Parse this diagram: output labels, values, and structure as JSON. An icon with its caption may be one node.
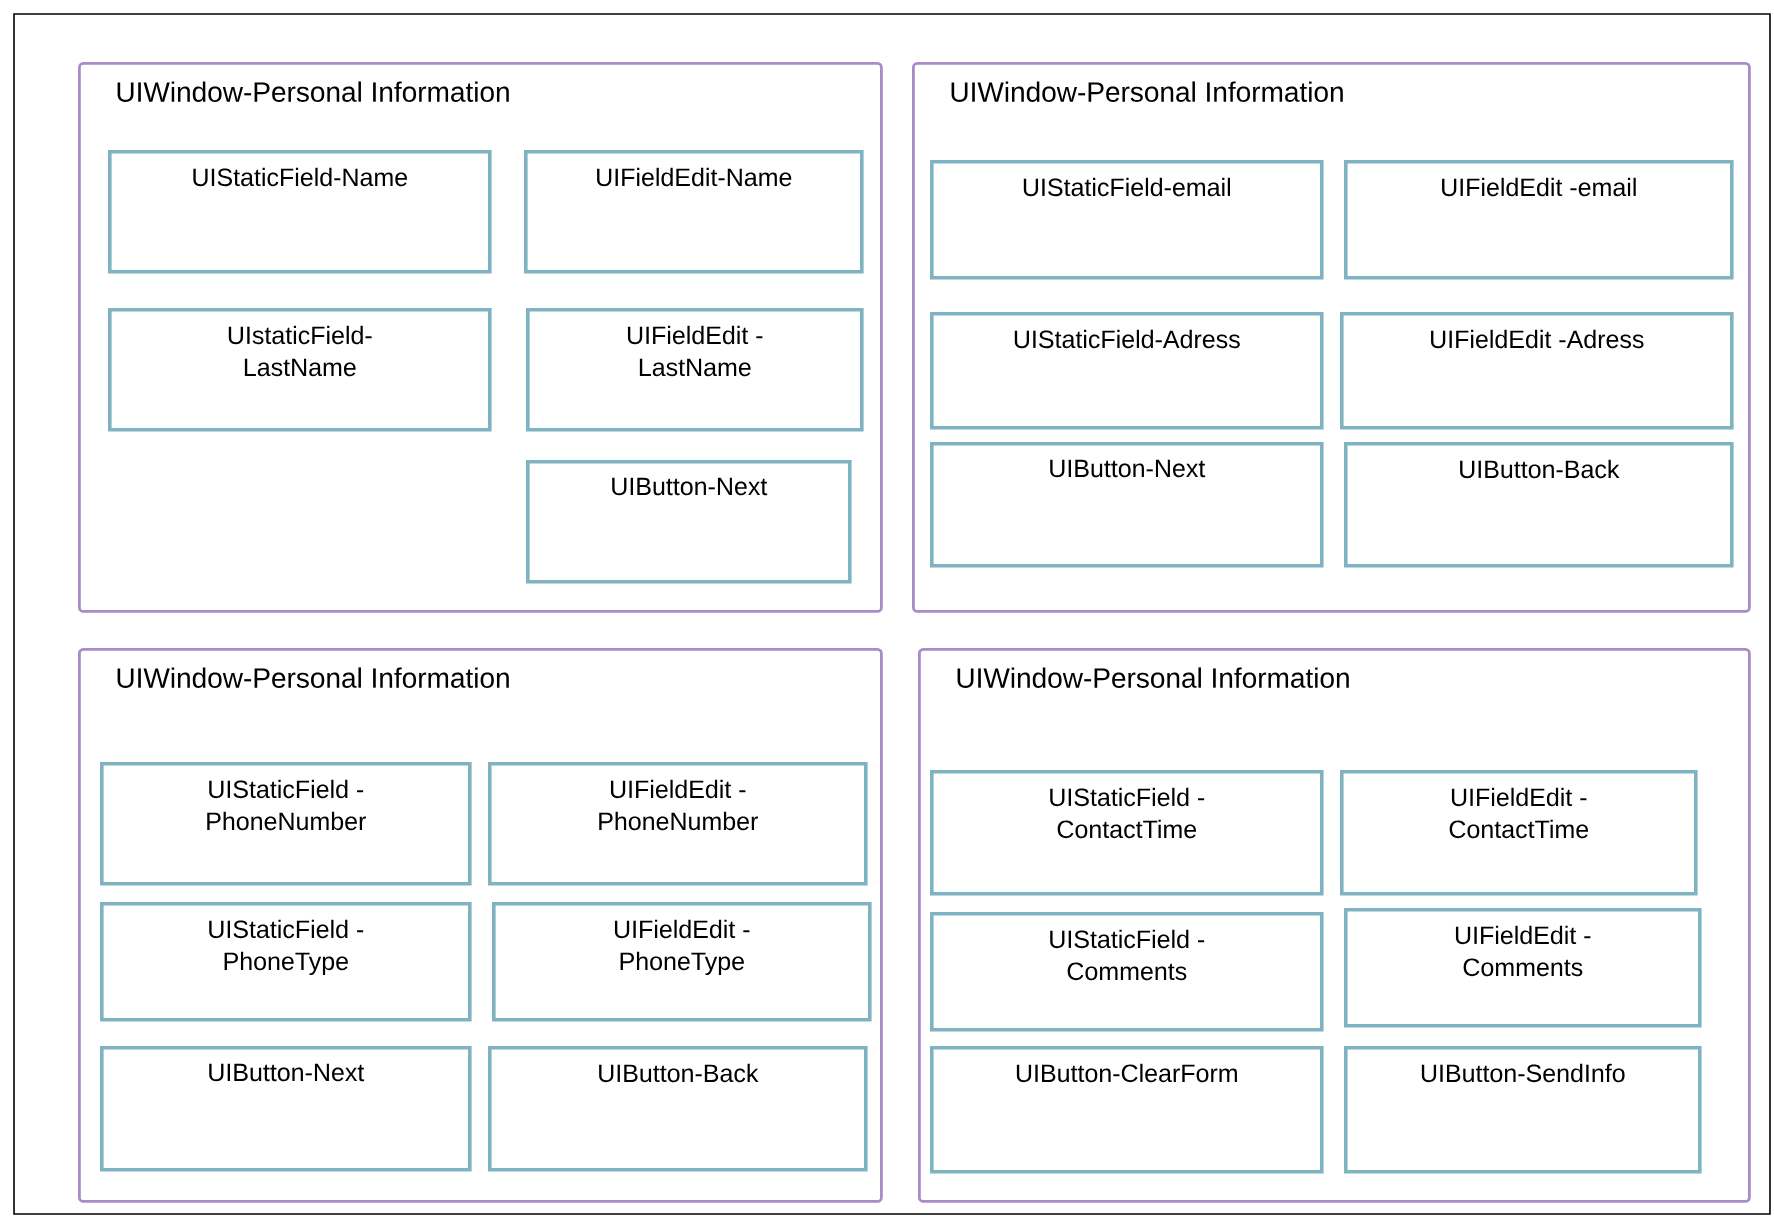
{
  "diagram": {
    "nodes": [
      {
        "text": [
          "UIWindow-Personal Information"
        ]
      },
      {
        "text": [
          "UIStaticField-Name"
        ],
        "in": 0
      },
      {
        "text": [
          "UIFieldEdit-Name"
        ],
        "in": 0
      },
      {
        "text": [
          "UIstaticField- LastName"
        ],
        "in": 0
      },
      {
        "text": [
          "UIFieldEdit - LastName"
        ],
        "in": 0
      },
      {
        "text": [
          "UIButton-Next"
        ],
        "in": 0
      },
      {
        "text": [
          "UIWindow-Personal Information"
        ]
      },
      {
        "text": [
          "UIStaticField-email"
        ],
        "in": 6
      },
      {
        "text": [
          "UIFieldEdit -email"
        ],
        "in": 6
      },
      {
        "text": [
          "UIStaticField-Adress"
        ],
        "in": 6
      },
      {
        "text": [
          "UIFieldEdit -Adress"
        ],
        "in": 6
      },
      {
        "text": [
          "UIButton-Next"
        ],
        "in": 6
      },
      {
        "text": [
          "UIButton-Back"
        ],
        "in": 6
      },
      {
        "text": [
          "UIWindow-Personal Information"
        ]
      },
      {
        "text": [
          "UIStaticField - PhoneNumber"
        ],
        "in": 13
      },
      {
        "text": [
          "UIFieldEdit - PhoneNumber"
        ],
        "in": 13
      },
      {
        "text": [
          "UIStaticField - PhoneType"
        ],
        "in": 13
      },
      {
        "text": [
          "UIFieldEdit - PhoneType"
        ],
        "in": 13
      },
      {
        "text": [
          "UIButton-Next"
        ],
        "in": 13
      },
      {
        "text": [
          "UIButton-Back"
        ],
        "in": 13
      },
      {
        "text": [
          "UIWindow-Personal Information"
        ]
      },
      {
        "text": [
          "UIStaticField - ContactTime"
        ],
        "in": 20
      },
      {
        "text": [
          "UIFieldEdit - ContactTime"
        ],
        "in": 20
      },
      {
        "text": [
          "UIStaticField - Comments"
        ],
        "in": 20
      },
      {
        "text": [
          "UIFieldEdit - Comments"
        ],
        "in": 20
      },
      {
        "text": [
          "UIButton-ClearForm"
        ],
        "in": 20
      },
      {
        "text": [
          "UIButton-SendInfo"
        ],
        "in": 20
      }
    ]
  }
}
